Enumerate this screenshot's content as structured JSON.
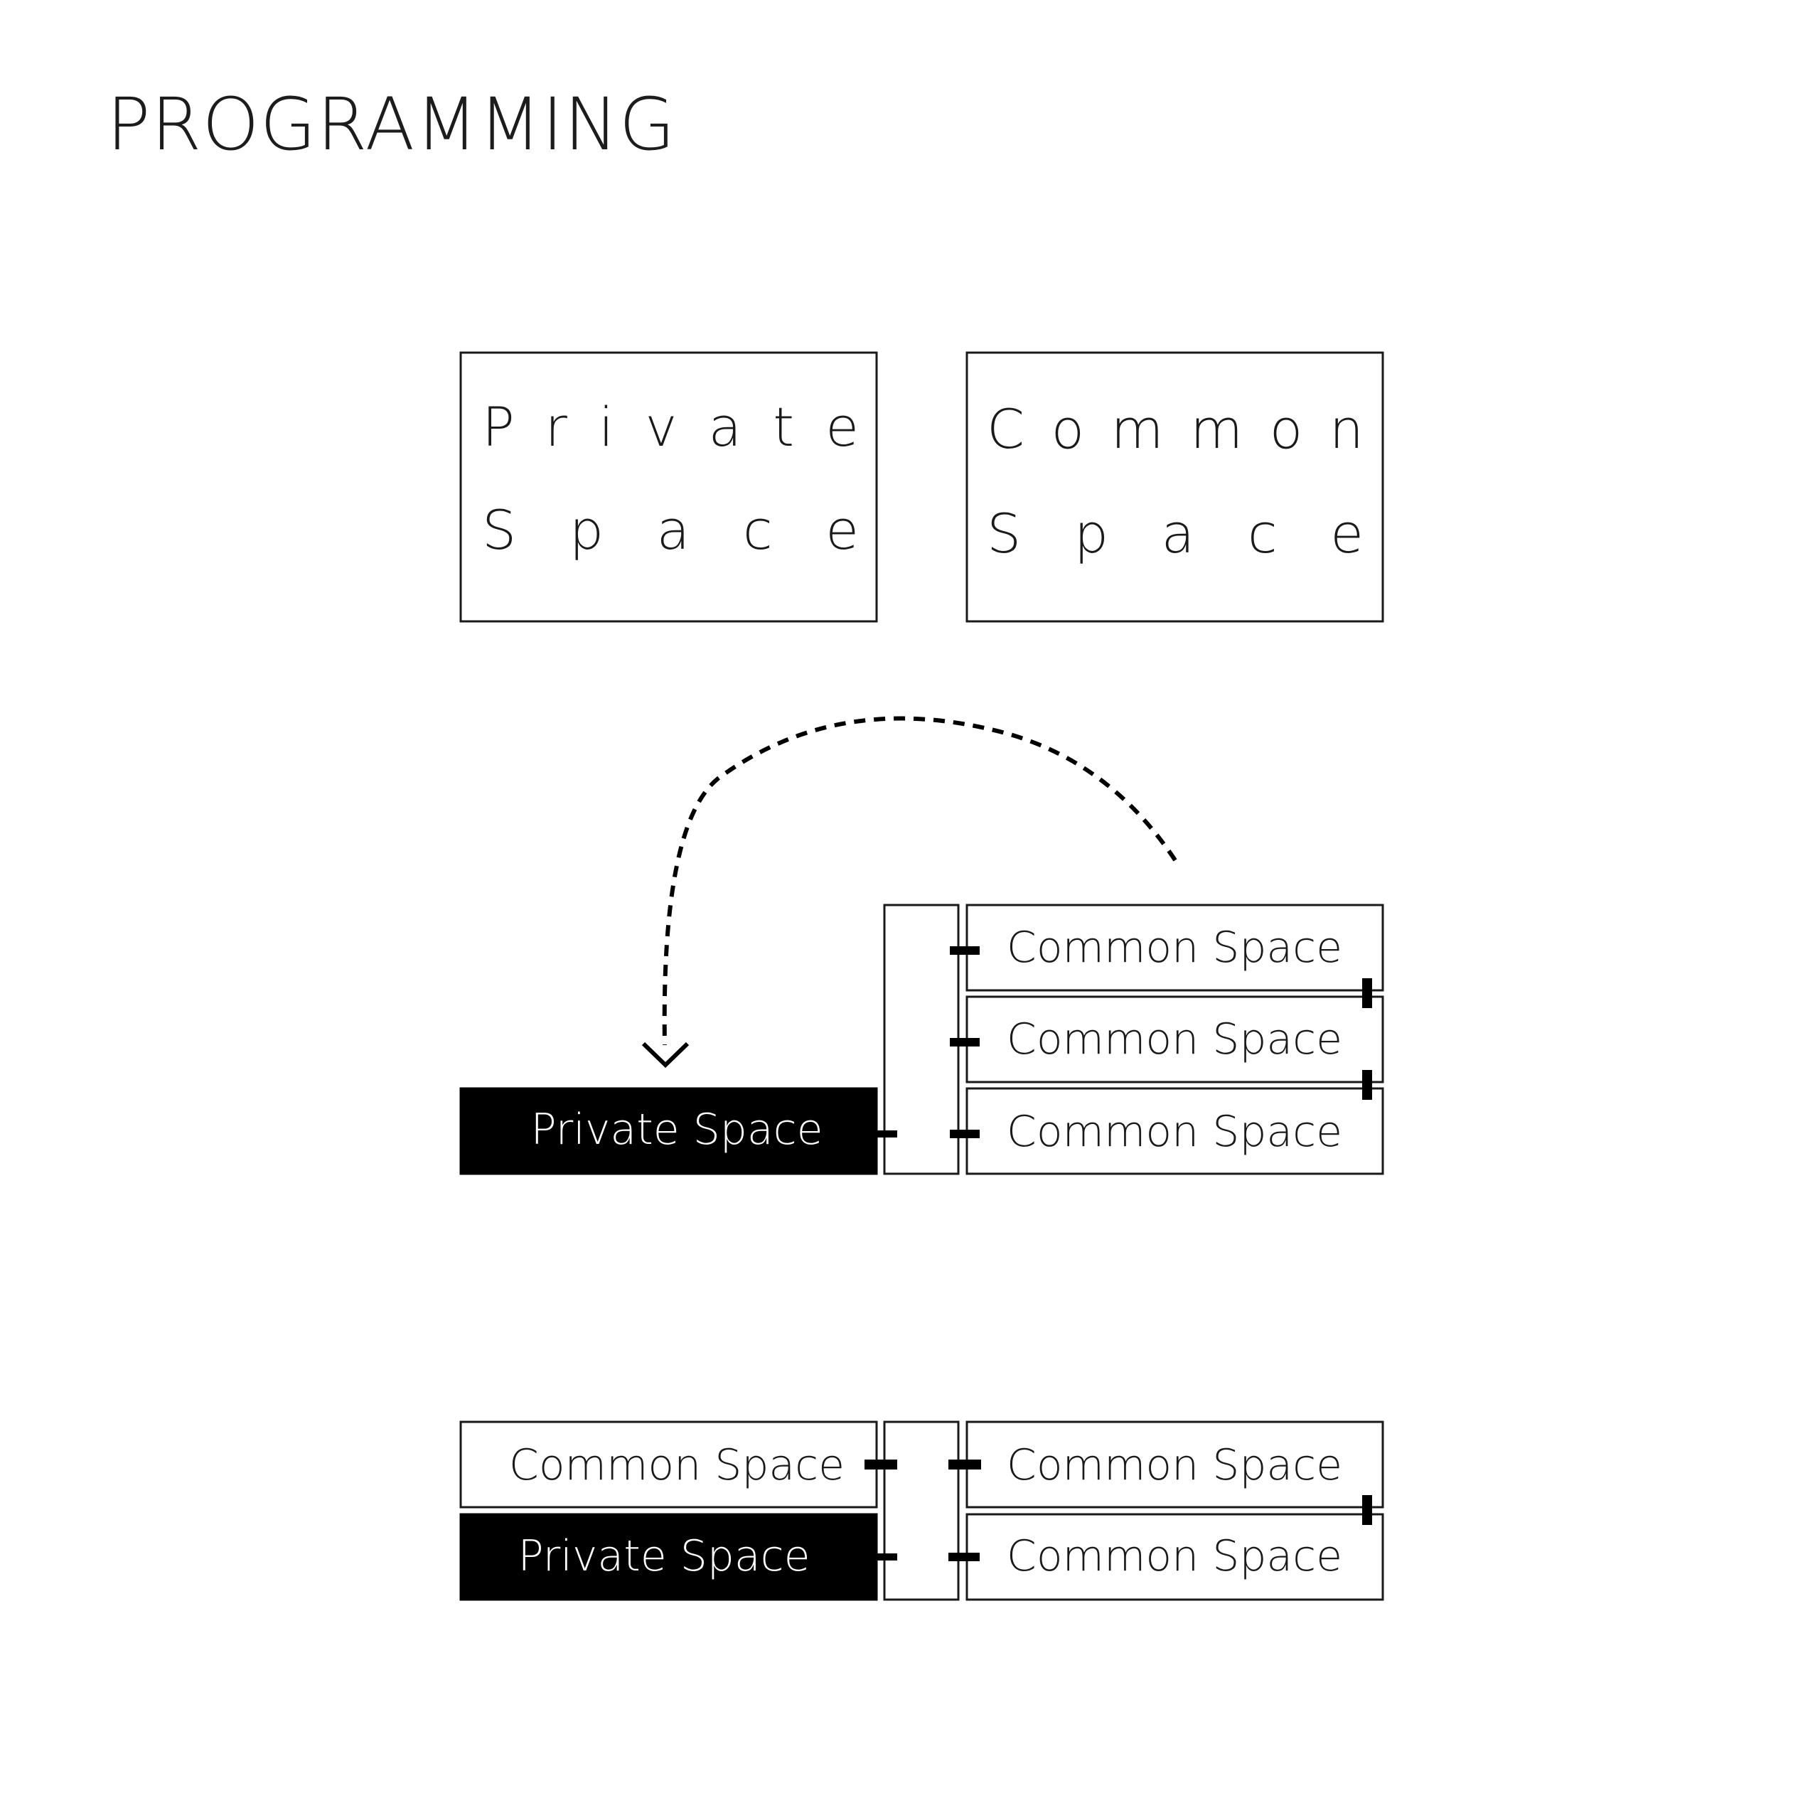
{
  "title": "PROGRAMMING",
  "colors": {
    "line": "#1a1a1a",
    "private_fill": "#000000",
    "common_fill": "#ffffff",
    "inverse_text": "#ffffff"
  },
  "section1": {
    "private_lines": [
      "Private",
      "Space"
    ],
    "common_lines": [
      "Common",
      "Space"
    ]
  },
  "section2": {
    "private_label": "Private Space",
    "common_labels": [
      "Common Space",
      "Common Space",
      "Common Space"
    ]
  },
  "section3": {
    "left_top_label": "Common Space",
    "left_bottom_label": "Private Space",
    "right_labels": [
      "Common Space",
      "Common Space"
    ]
  }
}
